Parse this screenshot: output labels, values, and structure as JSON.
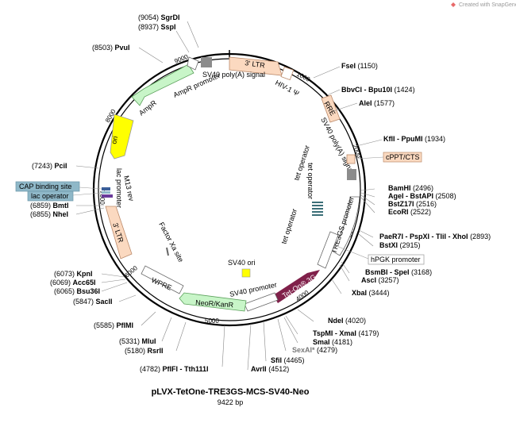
{
  "credit": "Created with SnapGene®",
  "plasmid": {
    "name": "pLVX-TetOne-TRE3GS-MCS-SV40-Neo",
    "size": "9422 bp"
  },
  "ticks": [
    "1000",
    "2000",
    "3000",
    "4000",
    "5000",
    "6000",
    "7000",
    "8000",
    "9000"
  ],
  "sites": [
    {
      "pos": "(9054)",
      "parts": [
        {
          "name": "SgrDI"
        }
      ]
    },
    {
      "pos": "(8937)",
      "parts": [
        {
          "name": "SspI"
        }
      ]
    },
    {
      "pos": "(8503)",
      "parts": [
        {
          "name": "PvuI"
        }
      ]
    },
    {
      "pos": "(1150)",
      "parts": [
        {
          "name": "FseI"
        }
      ]
    },
    {
      "pos": "(1424)",
      "parts": [
        {
          "name": "BbvCI"
        },
        {
          "name": "Bpu10I"
        }
      ]
    },
    {
      "pos": "(1577)",
      "parts": [
        {
          "name": "AleI"
        }
      ]
    },
    {
      "pos": "(1934)",
      "parts": [
        {
          "name": "KflI"
        },
        {
          "name": "PpuMI"
        }
      ]
    },
    {
      "pos": "(2496)",
      "parts": [
        {
          "name": "BamHI"
        }
      ]
    },
    {
      "pos": "(2508)",
      "parts": [
        {
          "name": "AgeI"
        },
        {
          "name": "BstAPI"
        }
      ]
    },
    {
      "pos": "(2516)",
      "parts": [
        {
          "name": "BstZ17I"
        }
      ]
    },
    {
      "pos": "(2522)",
      "parts": [
        {
          "name": "EcoRI"
        }
      ]
    },
    {
      "pos": "(2893)",
      "parts": [
        {
          "name": "PaeR7I"
        },
        {
          "name": "PspXI"
        },
        {
          "name": "TliI"
        },
        {
          "name": "XhoI"
        }
      ]
    },
    {
      "pos": "(2915)",
      "parts": [
        {
          "name": "BstXI"
        }
      ]
    },
    {
      "pos": "(3168)",
      "parts": [
        {
          "name": "BsmBI"
        },
        {
          "name": "SpeI"
        }
      ]
    },
    {
      "pos": "(3257)",
      "parts": [
        {
          "name": "AscI"
        }
      ]
    },
    {
      "pos": "(3444)",
      "parts": [
        {
          "name": "XbaI"
        }
      ]
    },
    {
      "pos": "(4020)",
      "parts": [
        {
          "name": "NdeI"
        }
      ]
    },
    {
      "pos": "(4179)",
      "parts": [
        {
          "name": "TspMI"
        },
        {
          "name": "XmaI"
        }
      ]
    },
    {
      "pos": "(4181)",
      "parts": [
        {
          "name": "SmaI"
        }
      ]
    },
    {
      "pos": "(4279)",
      "parts": [
        {
          "name": "SexAI*"
        }
      ]
    },
    {
      "pos": "(4465)",
      "parts": [
        {
          "name": "SfiI"
        }
      ]
    },
    {
      "pos": "(4512)",
      "parts": [
        {
          "name": "AvrII"
        }
      ]
    },
    {
      "pos": "(4782)",
      "parts": [
        {
          "name": "PflFI"
        },
        {
          "name": "Tth111I"
        }
      ]
    },
    {
      "pos": "(5180)",
      "parts": [
        {
          "name": "RsrII"
        }
      ]
    },
    {
      "pos": "(5331)",
      "parts": [
        {
          "name": "MluI"
        }
      ]
    },
    {
      "pos": "(5585)",
      "parts": [
        {
          "name": "PflMI"
        }
      ]
    },
    {
      "pos": "(5847)",
      "parts": [
        {
          "name": "SacII"
        }
      ]
    },
    {
      "pos": "(6065)",
      "parts": [
        {
          "name": "Bsu36I"
        }
      ]
    },
    {
      "pos": "(6069)",
      "parts": [
        {
          "name": "Acc65I"
        }
      ]
    },
    {
      "pos": "(6073)",
      "parts": [
        {
          "name": "KpnI"
        }
      ]
    },
    {
      "pos": "(6855)",
      "parts": [
        {
          "name": "NheI"
        }
      ]
    },
    {
      "pos": "(6859)",
      "parts": [
        {
          "name": "BmtI"
        }
      ]
    },
    {
      "pos": "(7243)",
      "parts": [
        {
          "name": "PciI"
        }
      ]
    }
  ],
  "features": {
    "ltr3_top": "3' LTR",
    "sv40_polya_top": "SV40 poly(A) signal",
    "hiv_psi": "HIV-1 Ψ",
    "rre": "RRE",
    "sv40_polya_right": "SV40 poly(A) signal",
    "cppt": "cPPT/CTS",
    "tre3gs": "TRE3GS promoter",
    "tet_op1": "tet operator",
    "tet_op2": "tet operator",
    "tet_op3": "tet operator",
    "hpgk": "hPGK promoter",
    "teton": "Tet-On® 3G",
    "sv40_promoter": "SV40 promoter",
    "sv40_ori": "SV40 ori",
    "neor": "NeoR/KanR",
    "wpre": "WPRE",
    "factor_xa": "Factor Xa site",
    "ltr3_left": "3' LTR",
    "cap": "CAP binding site",
    "lac_op": "lac operator",
    "lac_promoter": "lac promoter",
    "m13": "M13 rev",
    "ori": "ori",
    "ampr": "AmpR",
    "ampr_promoter": "AmpR promoter"
  },
  "colors": {
    "backbone": "#000000",
    "ltr": "#fbd9c0",
    "ampr": "#c8f5c8",
    "ori": "#ffff00",
    "teton": "#80204a",
    "neor": "#c8f5c8",
    "cap": "#8fb8c8",
    "promoter": "#ffffff",
    "grey_box": "#8c8c8c",
    "tet_operator": "#3b6f78"
  }
}
